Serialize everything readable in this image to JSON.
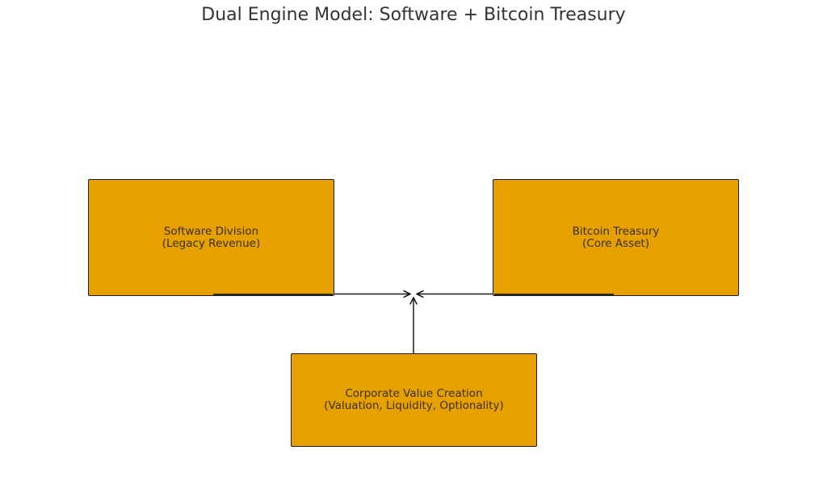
{
  "title": "Dual Engine Model: Software + Bitcoin Treasury",
  "colors": {
    "node_fill": "#e6a000",
    "node_border": "#1a1a1a",
    "arrow": "#1a1a1a",
    "title_text": "#333333"
  },
  "nodes": {
    "software": {
      "line1": "Software Division",
      "line2": "(Legacy Revenue)"
    },
    "bitcoin": {
      "line1": "Bitcoin Treasury",
      "line2": "(Core Asset)"
    },
    "value": {
      "line1": "Corporate Value Creation",
      "line2": "(Valuation, Liquidity, Optionality)"
    }
  },
  "edges": [
    {
      "from": "software",
      "to": "convergence-point"
    },
    {
      "from": "bitcoin",
      "to": "convergence-point"
    },
    {
      "from": "value",
      "to": "convergence-point"
    }
  ]
}
